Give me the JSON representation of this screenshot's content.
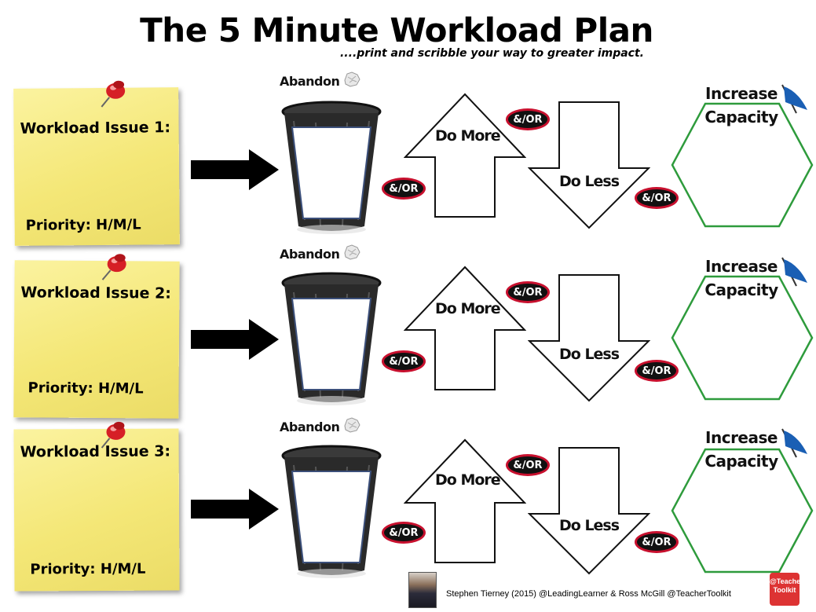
{
  "title": "The 5 Minute Workload Plan",
  "subtitle": "....print and scribble your way to greater impact.",
  "labels": {
    "abandon": "Abandon",
    "do_more": "Do More",
    "do_less": "Do Less",
    "and_or": "&/OR",
    "increase": "Increase",
    "capacity": "Capacity"
  },
  "rows": [
    {
      "issue": "Workload Issue 1:",
      "priority": "Priority: H/M/L"
    },
    {
      "issue": "Workload Issue 2:",
      "priority": "Priority: H/M/L"
    },
    {
      "issue": "Workload Issue 3:",
      "priority": "Priority: H/M/L"
    }
  ],
  "footer": {
    "credit": "Stephen Tierney (2015) @LeadingLearner & Ross McGill @TeacherToolkit",
    "logo_line1": "@Teacher",
    "logo_line2": "Toolkit"
  },
  "colors": {
    "note": "#f4e777",
    "pin": "#d61f26",
    "and_or_border": "#c8102e",
    "hexagon": "#2e9b3c",
    "flag": "#1a5fb4"
  },
  "icons": [
    "pushpin-icon",
    "right-arrow-icon",
    "trash-bin-icon",
    "crumpled-paper-icon",
    "up-arrow-icon",
    "down-arrow-icon",
    "hexagon-icon",
    "pennant-flag-icon"
  ]
}
